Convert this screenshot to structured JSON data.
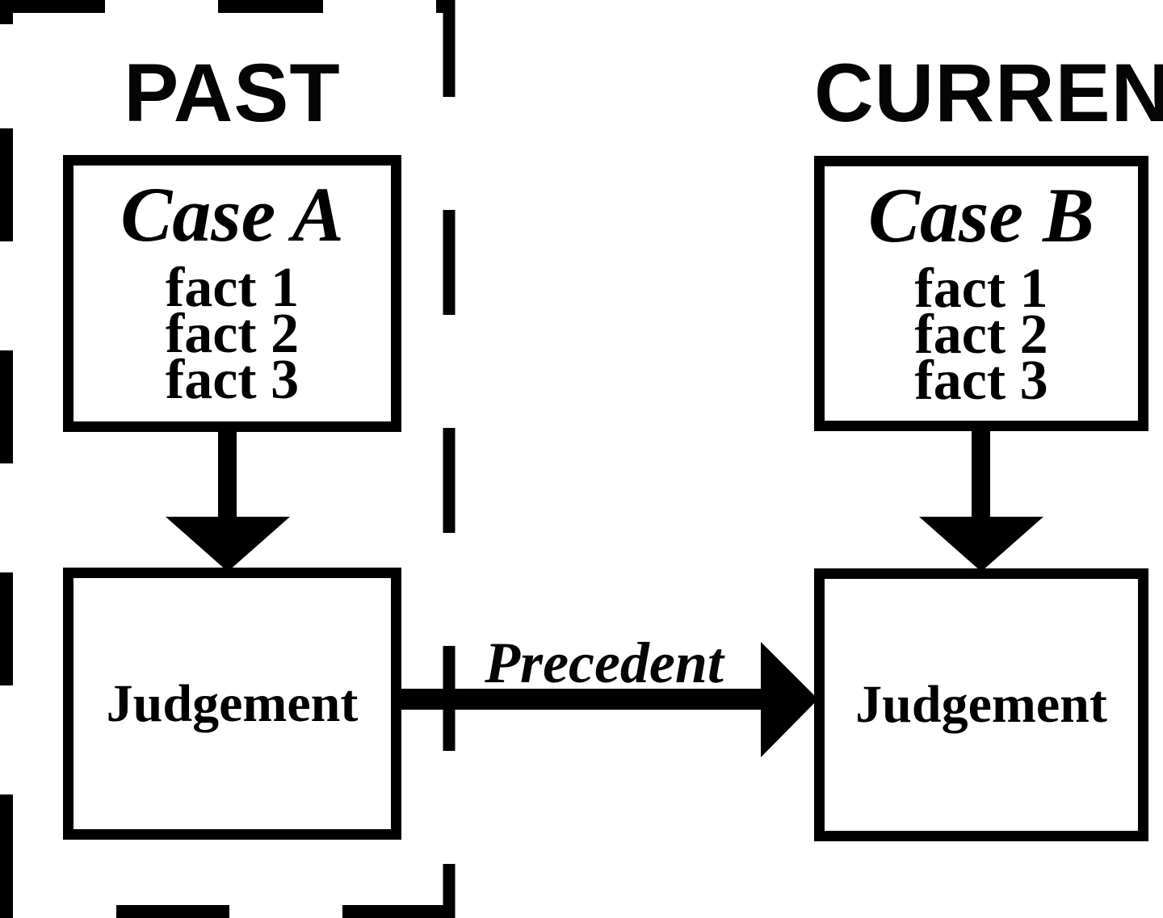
{
  "diagram": {
    "past_section": {
      "label": "PAST",
      "case_box": {
        "title": "Case A",
        "facts": [
          "fact 1",
          "fact 2",
          "fact 3"
        ]
      },
      "judgement_box": {
        "label": "Judgement"
      }
    },
    "current_section": {
      "label": "CURRENT",
      "case_box": {
        "title": "Case B",
        "facts": [
          "fact 1",
          "fact 2",
          "fact 3"
        ]
      },
      "judgement_box": {
        "label": "Judgement"
      }
    },
    "precedent_arrow": {
      "label": "Precedent"
    },
    "colors": {
      "ink": "#000000",
      "background": "#ffffff"
    }
  }
}
